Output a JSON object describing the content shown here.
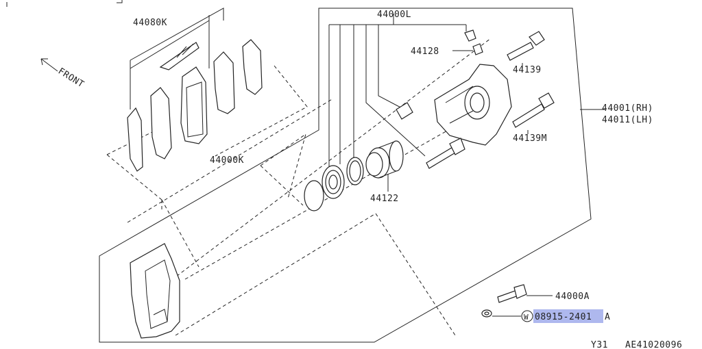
{
  "labels": {
    "pad_kit": "44080K",
    "caliper_kit": "44000L",
    "bleeder": "44128",
    "pin_upper": "44139",
    "caliper_rh": "44001(RH)",
    "caliper_lh": "44011(LH)",
    "pin_lower": "44139M",
    "pad_set": "44000K",
    "piston": "44122",
    "support_bolt": "44000A",
    "washer_code": "W",
    "washer_part": "08915-2401",
    "washer_suffix": "A",
    "front": "FRONT",
    "footer_left": "Y31",
    "footer_right": "AE41020096"
  },
  "highlight_color": "#aeb8ee"
}
